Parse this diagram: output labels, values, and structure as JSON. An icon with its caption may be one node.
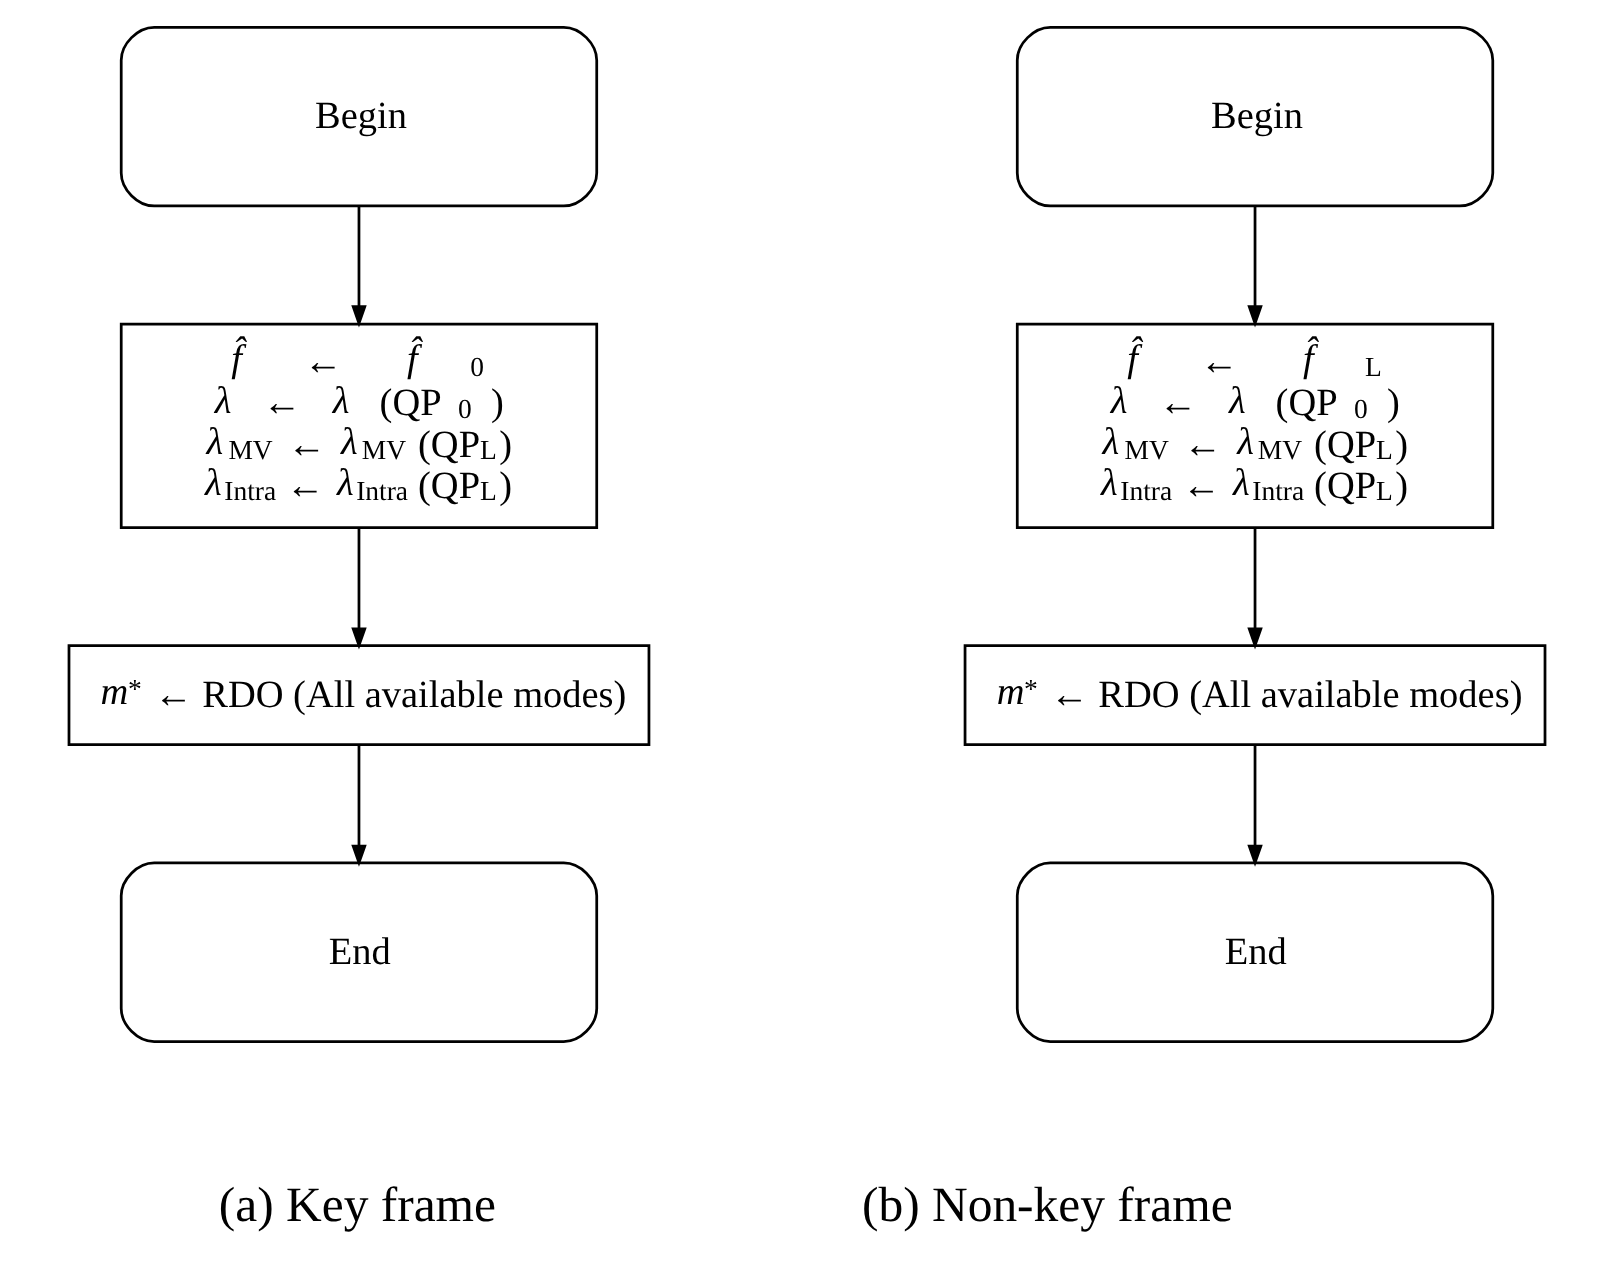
{
  "diagram": {
    "nodes": [
      {
        "text": [
          "Begin"
        ]
      },
      {
        "text": [
          "*f̂* ← *f̂*$_{0}$",
          "*λ* ← *λ* (QP$_{0}$)",
          "*λ*$_{MV}$ ← *λ*$_{MV}$ (QP$_{L}$)",
          "*λ*$_{Intra}$ ← *λ*$_{Intra}$ (QP$_{L}$)"
        ]
      },
      {
        "text": [
          "*m*$^{*}$ ← RDO (All available modes)"
        ]
      },
      {
        "text": [
          "End"
        ]
      },
      {
        "text": [
          "Begin"
        ]
      },
      {
        "text": [
          "*f̂* ← *f̂*$_{L}$",
          "*λ* ← *λ* (QP$_{0}$)",
          "*λ*$_{MV}$ ← *λ*$_{MV}$ (QP$_{L}$)",
          "*λ*$_{Intra}$ ← *λ*$_{Intra}$ (QP$_{L}$)"
        ]
      },
      {
        "text": [
          "*m*$^{*}$ ← RDO (All available modes)"
        ]
      },
      {
        "text": [
          "End"
        ]
      }
    ],
    "edges": [
      {
        "from": 0,
        "to": 1,
        "arrow": "to"
      },
      {
        "from": 1,
        "to": 2,
        "arrow": "to"
      },
      {
        "from": 2,
        "to": 3,
        "arrow": "to"
      },
      {
        "from": 4,
        "to": 5,
        "arrow": "to"
      },
      {
        "from": 5,
        "to": 6,
        "arrow": "to"
      },
      {
        "from": 6,
        "to": 7,
        "arrow": "to"
      }
    ],
    "labels": [
      "(a) Key frame",
      "(b) Non-key frame"
    ]
  }
}
